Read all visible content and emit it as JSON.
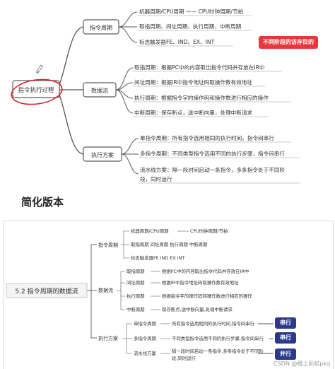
{
  "mindmap1": {
    "root": "指令执行过程",
    "branches": [
      {
        "label": "指令周期",
        "children": [
          "机器周期/CPU周期 —— CPU时钟周期/节拍",
          "取指周期、间址周期、执行周期、中断周期",
          "标志触发器FE、IND、EX、INT"
        ],
        "note": "不同阶段的访存目的"
      },
      {
        "label": "数据流",
        "children": [
          "取指周期：根据PC中的内容取出指令代码并存放在IR中",
          "间址周期：根据IR中指令地址码取操作数有效地址",
          "执行周期：根据指令字的操作码和操作数进行相应的操作",
          "中断周期：保存断点，送中断向量，处理中断请求"
        ]
      },
      {
        "label": "执行方案",
        "children": [
          "单指令周期：所有指令选用相同的执行时间，指令间串行",
          "多指令周期：不同类型指令选用不同的执行步骤，指令间串行",
          "流水线方案：隔一段时间启动一条指令，多条指令处于不同阶",
          "段，同时运行"
        ]
      }
    ],
    "note_color": "#e5383b"
  },
  "section_title": "简化版本",
  "mindmap2": {
    "root": "5.2 指令周期的数据流",
    "branches": [
      {
        "label": "指令周期",
        "children": [
          {
            "label": "机器周期/CPU周期",
            "extra": "CPU时钟周期/节拍"
          },
          {
            "label": "取指周期 间址周期 执行周期 中断周期"
          },
          {
            "label": "标志触发器FE IND EX INT"
          }
        ]
      },
      {
        "label": "数据流",
        "children": [
          {
            "label": "取指周期",
            "detail": "根据PC中的内容取出指令代码并存放在IR中"
          },
          {
            "label": "间址周期",
            "detail": "根据IR中指令地址码取操作数有效地址"
          },
          {
            "label": "执行周期",
            "detail": "根据指令字的操作码和操作数进行相应的操作"
          },
          {
            "label": "中断周期",
            "detail": "保存断点,送中断向量,处理中断请求"
          }
        ]
      },
      {
        "label": "执行方案",
        "children": [
          {
            "label": "单指令周期",
            "detail": "所有指令选用相同的执行时间,指令间串行",
            "tag": "串行"
          },
          {
            "label": "多指令周期",
            "detail": "不同类型指令选用不同的执行步骤,指令间串行",
            "tag": "串行"
          },
          {
            "label": "流水线方案",
            "detail": "隔一段时间启动一条指令,多条指令处于不同阶",
            "detail2": "段,同时运行",
            "tag": "并行"
          }
        ]
      }
    ],
    "tag_color": "#2b3a8c"
  },
  "watermark": "CSDN @橙上彩虹pkq"
}
